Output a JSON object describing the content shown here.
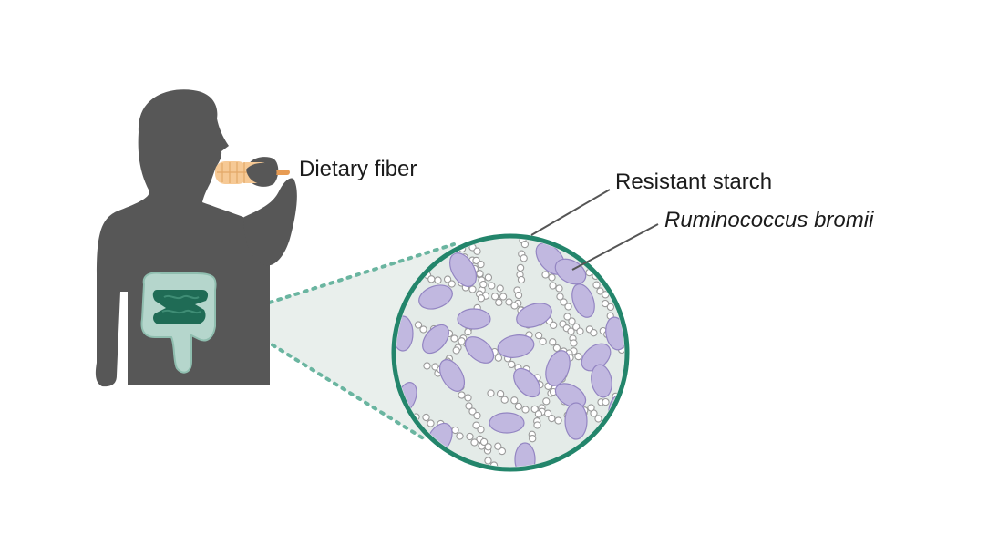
{
  "labels": {
    "dietary_fiber": "Dietary fiber",
    "resistant_starch": "Resistant starch",
    "ruminococcus_bromii": "Ruminococcus bromii"
  },
  "colors": {
    "silhouette": "#575757",
    "intestine_fill": "#b5d6cc",
    "intestine_inner": "#1f6b55",
    "magnifier_ring": "#23856b",
    "magnifier_fill": "#e4ebe8",
    "zoom_dots": "#6ab5a0",
    "bacteria_fill": "#c1b8e0",
    "bacteria_stroke": "#9385c2",
    "starch_stroke": "#9a9a9a",
    "fiber_food": "#f6c995",
    "leader_line": "#555555"
  }
}
